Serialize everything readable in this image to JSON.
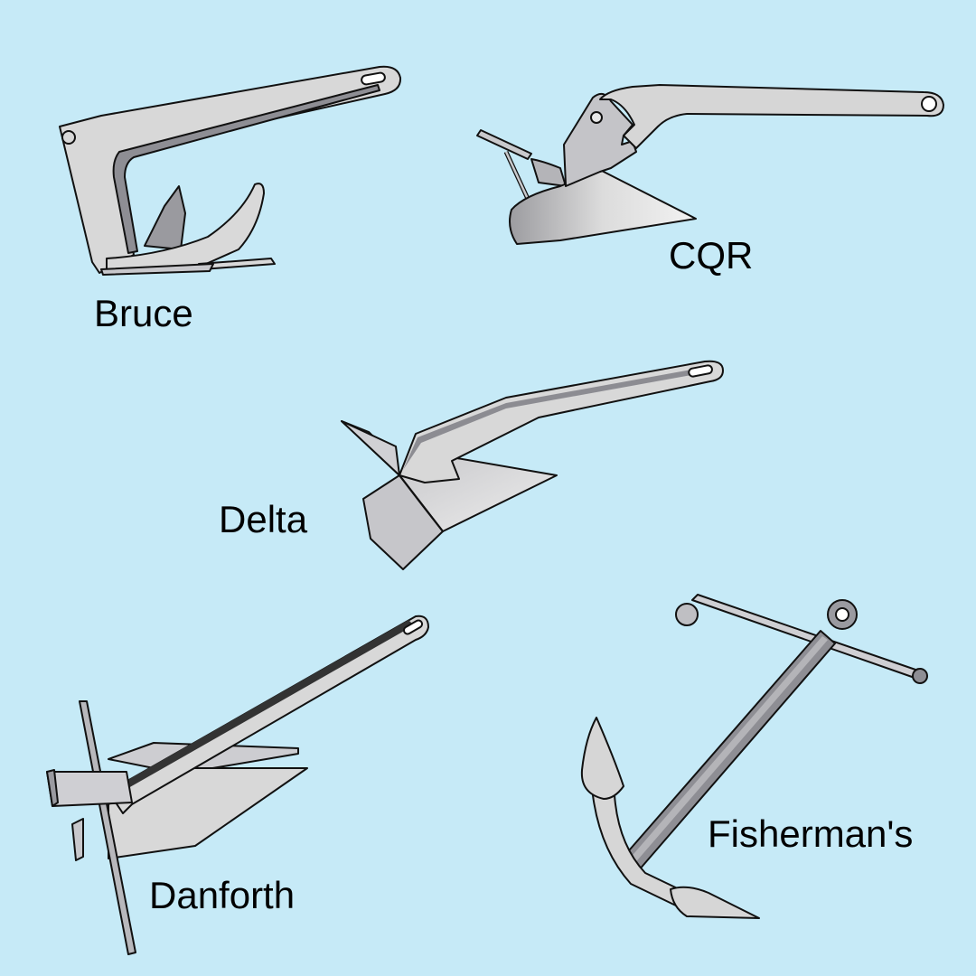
{
  "colors": {
    "background": "#c6eaf7",
    "metal": "#d9d9d9",
    "metal_dark": "#8f8f95",
    "metal_mid": "#b4b4b8",
    "outline": "#111111"
  },
  "anchors": [
    {
      "id": "bruce",
      "label": "Bruce"
    },
    {
      "id": "cqr",
      "label": "CQR"
    },
    {
      "id": "delta",
      "label": "Delta"
    },
    {
      "id": "danforth",
      "label": "Danforth"
    },
    {
      "id": "fishermans",
      "label": "Fisherman's"
    }
  ]
}
